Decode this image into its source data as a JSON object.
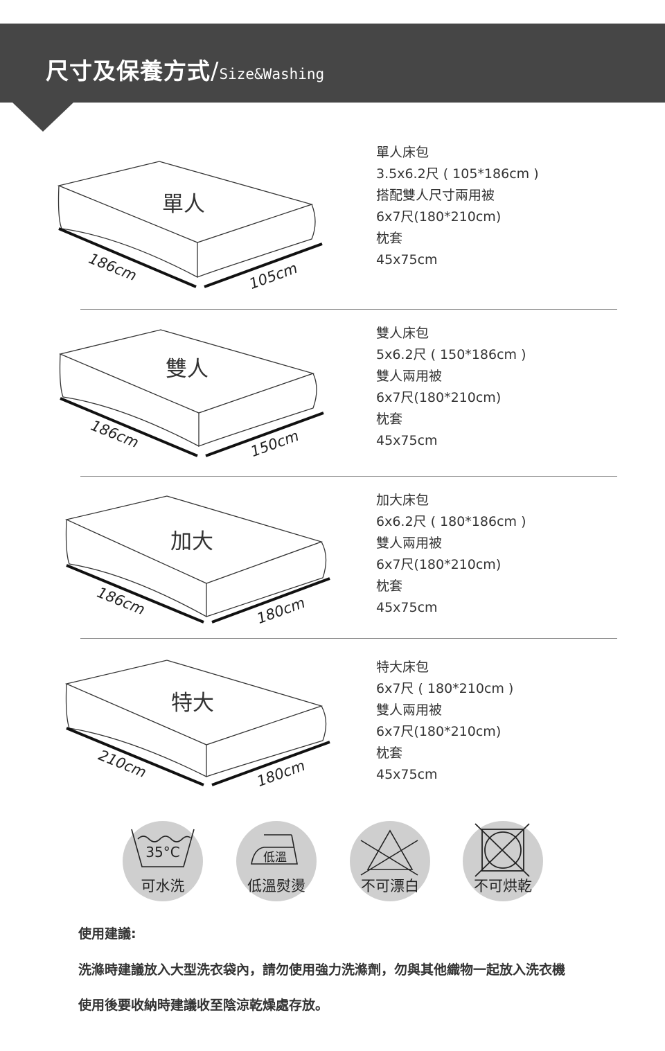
{
  "header": {
    "title_cn": "尺寸及保養方式",
    "slash": "/",
    "title_en": "Size&Washing"
  },
  "beds": [
    {
      "name": "單人",
      "length": "186cm",
      "width": "105cm",
      "specs": [
        "單人床包",
        "3.5x6.2尺 ( 105*186cm )",
        "搭配雙人尺寸兩用被",
        "6x7尺(180*210cm)",
        "枕套",
        "45x75cm"
      ]
    },
    {
      "name": "雙人",
      "length": "186cm",
      "width": "150cm",
      "specs": [
        "雙人床包",
        "5x6.2尺 ( 150*186cm )",
        "雙人兩用被",
        "6x7尺(180*210cm)",
        "枕套",
        "45x75cm"
      ]
    },
    {
      "name": "加大",
      "length": "186cm",
      "width": "180cm",
      "specs": [
        "加大床包",
        "6x6.2尺 ( 180*186cm )",
        "雙人兩用被",
        "6x7尺(180*210cm)",
        "枕套",
        "45x75cm"
      ]
    },
    {
      "name": "特大",
      "length": "210cm",
      "width": "180cm",
      "specs": [
        "特大床包",
        "6x7尺 ( 180*210cm )",
        "雙人兩用被",
        "6x7尺(180*210cm)",
        "枕套",
        "45x75cm"
      ]
    }
  ],
  "care": [
    {
      "icon": "wash-tub-icon",
      "temp": "35°C",
      "label": "可水洗"
    },
    {
      "icon": "iron-icon",
      "temp": "低溫",
      "label": "低溫熨燙"
    },
    {
      "icon": "no-bleach-icon",
      "label": "不可漂白"
    },
    {
      "icon": "no-tumble-dry-icon",
      "label": "不可烘乾"
    }
  ],
  "notes": {
    "title": "使用建議:",
    "lines": [
      "洗滌時建議放入大型洗衣袋內，請勿使用強力洗滌劑，勿與其他織物一起放入洗衣機",
      "使用後要收納時建議收至陰涼乾燥處存放。"
    ]
  },
  "colors": {
    "header_bg": "#464646",
    "icon_bg": "#cfcfcf",
    "text": "#333333"
  }
}
